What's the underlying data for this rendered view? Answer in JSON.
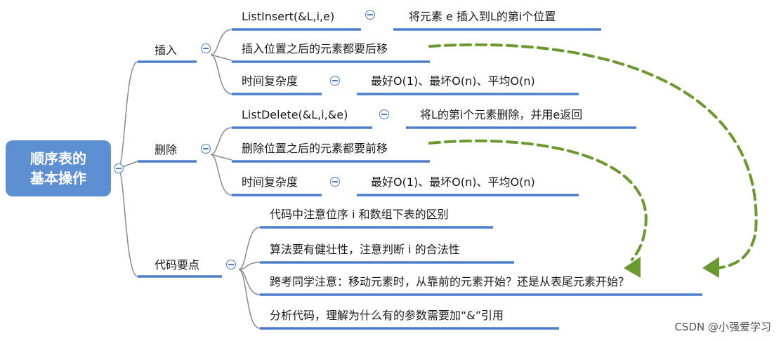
{
  "root": {
    "line1": "顺序表的",
    "line2": "基本操作"
  },
  "branches": {
    "insert": {
      "label": "插入",
      "children": {
        "op": "ListInsert(&L,i,e)",
        "op_desc": "将元素 e 插入到L的第i个位置",
        "shift": "插入位置之后的元素都要后移",
        "complexity": "时间复杂度",
        "complexity_value": "最好O(1)、最坏O(n)、平均O(n)"
      }
    },
    "delete": {
      "label": "删除",
      "children": {
        "op": "ListDelete(&L,i,&e)",
        "op_desc": "将L的第i个元素删除，并用e返回",
        "shift": "删除位置之后的元素都要前移",
        "complexity": "时间复杂度",
        "complexity_value": "最好O(1)、最坏O(n)、平均O(n)"
      }
    },
    "code": {
      "label": "代码要点",
      "items": [
        "代码中注意位序 i 和数组下表的区别",
        "算法要有健壮性，注意判断 i 的合法性",
        "跨考同学注意：移动元素时，从靠前的元素开始？还是从表尾元素开始？",
        "分析代码，理解为什么有的参数需要加“&”引用"
      ]
    }
  },
  "watermark": "CSDN @小强爱学习",
  "colors": {
    "root_fill": "#5d8fd3",
    "underline": "#4b7fcb",
    "arrow": "#6a9a2e"
  },
  "icons": {
    "collapse": "collapse-minus-icon",
    "arrow": "dashed-curved-arrow"
  }
}
